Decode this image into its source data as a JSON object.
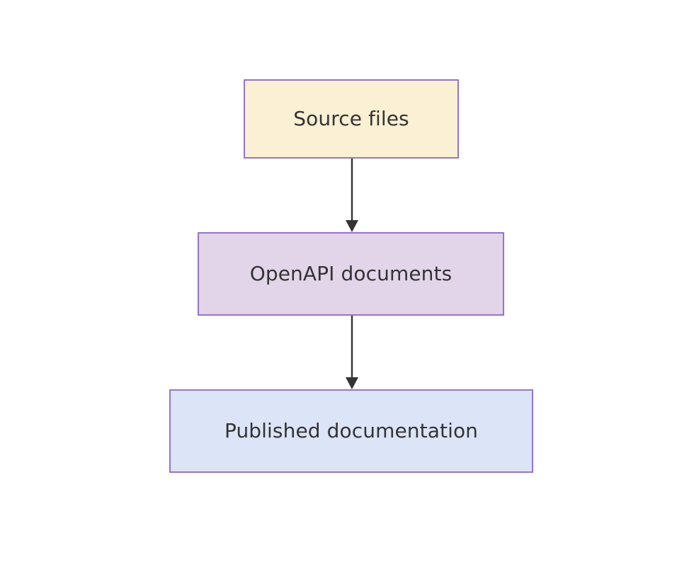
{
  "diagram": {
    "type": "flowchart",
    "direction": "top-to-bottom",
    "background_color": "#ffffff",
    "node_border_color": "#9575cd",
    "edge_color": "#333333",
    "text_color": "#333333",
    "nodes": [
      {
        "id": "source-files",
        "label": "Source files",
        "fill_color": "#fbf0d3"
      },
      {
        "id": "openapi-documents",
        "label": "OpenAPI documents",
        "fill_color": "#e2d5ea"
      },
      {
        "id": "published-documentation",
        "label": "Published documentation",
        "fill_color": "#dce4f7"
      }
    ],
    "edges": [
      {
        "id": "edge-source-to-openapi",
        "from": "source-files",
        "to": "openapi-documents",
        "arrowhead": "filled-triangle"
      },
      {
        "id": "edge-openapi-to-published",
        "from": "openapi-documents",
        "to": "published-documentation",
        "arrowhead": "filled-triangle"
      }
    ]
  }
}
